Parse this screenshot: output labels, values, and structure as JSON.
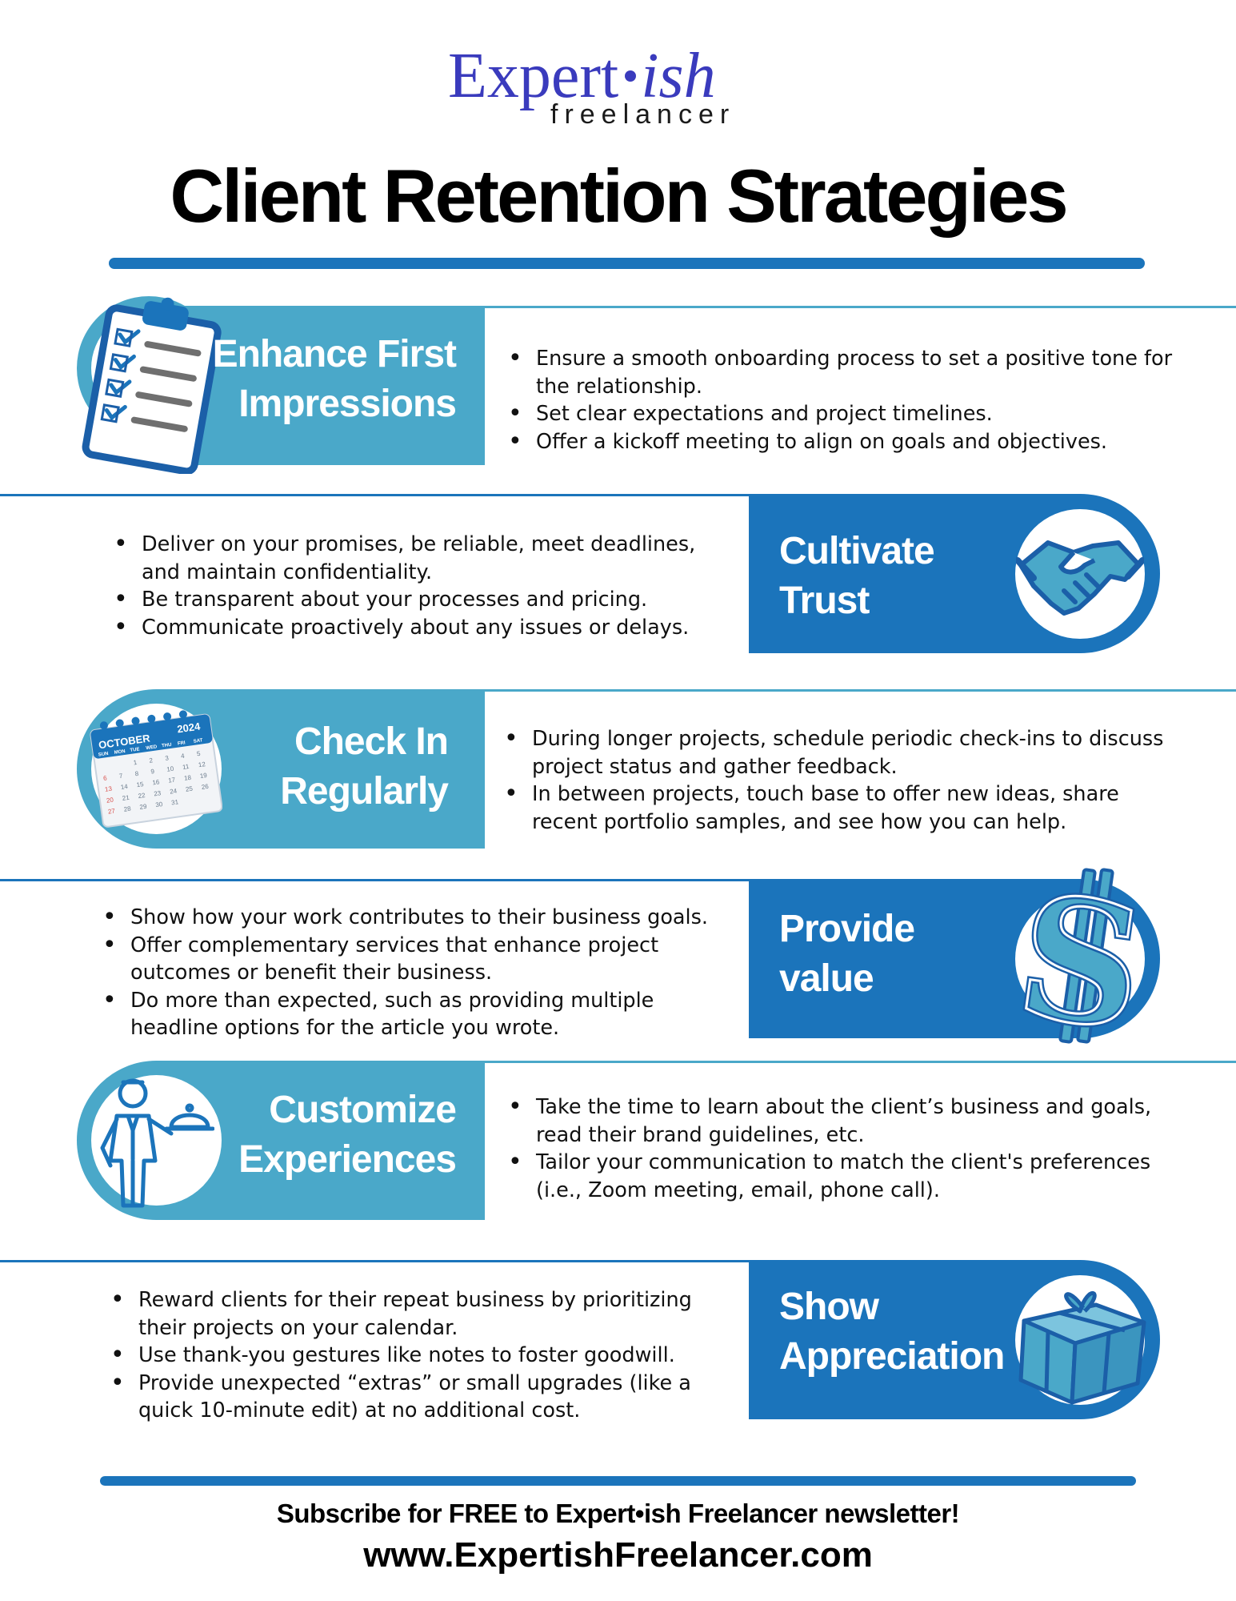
{
  "brand": {
    "logo_main": "Expert",
    "logo_suffix": "ish",
    "logo_sub": "freelancer"
  },
  "title": "Client Retention Strategies",
  "colors": {
    "brand_blue": "#3a3bbd",
    "light_band": "#4aa8c9",
    "dark_band": "#1b74bb",
    "accent_line": "#1b74bb"
  },
  "sections": [
    {
      "title_lines": [
        "Enhance First",
        "Impressions"
      ],
      "icon": "clipboard-checklist-icon",
      "bullets": [
        "Ensure a smooth onboarding process to set a positive tone for the relationship.",
        "Set clear expectations and project timelines.",
        "Offer a kickoff meeting to align on goals and objectives."
      ]
    },
    {
      "title_lines": [
        "Cultivate",
        "Trust"
      ],
      "icon": "handshake-icon",
      "bullets": [
        "Deliver on your promises, be reliable, meet deadlines, and maintain confidentiality.",
        "Be transparent about your processes and pricing.",
        "Communicate proactively about any issues or delays."
      ]
    },
    {
      "title_lines": [
        "Check In",
        "Regularly"
      ],
      "icon": "calendar-icon",
      "calendar": {
        "month": "OCTOBER",
        "year": "2024",
        "days": [
          "SUN",
          "MON",
          "TUE",
          "WED",
          "THU",
          "FRI",
          "SAT"
        ]
      },
      "bullets": [
        "During longer projects, schedule periodic check-ins to discuss project status and gather feedback.",
        "In between projects, touch base to offer new ideas, share recent portfolio samples, and see how you can help."
      ]
    },
    {
      "title_lines": [
        "Provide",
        "value"
      ],
      "icon": "dollar-sign-icon",
      "bullets": [
        "Show how your work contributes to their business goals.",
        "Offer complementary services that enhance project outcomes or benefit their business.",
        "Do more than expected, such as providing multiple headline options for the article you wrote."
      ]
    },
    {
      "title_lines": [
        "Customize",
        "Experiences"
      ],
      "icon": "butler-icon",
      "bullets": [
        "Take the time to learn about the client’s business and goals, read their brand guidelines, etc.",
        "Tailor your communication to match the client's preferences (i.e., Zoom meeting, email, phone call)."
      ]
    },
    {
      "title_lines": [
        "Show",
        "Appreciation"
      ],
      "icon": "gift-box-icon",
      "bullets": [
        "Reward clients for their repeat business by prioritizing their projects on your calendar.",
        "Use thank-you gestures like notes to foster goodwill.",
        "Provide unexpected “extras” or small upgrades (like a quick 10-minute edit) at no additional cost."
      ]
    }
  ],
  "footer": {
    "subscribe": "Subscribe for FREE to Expert•ish Freelancer newsletter!",
    "url": "www.ExpertishFreelancer.com"
  }
}
